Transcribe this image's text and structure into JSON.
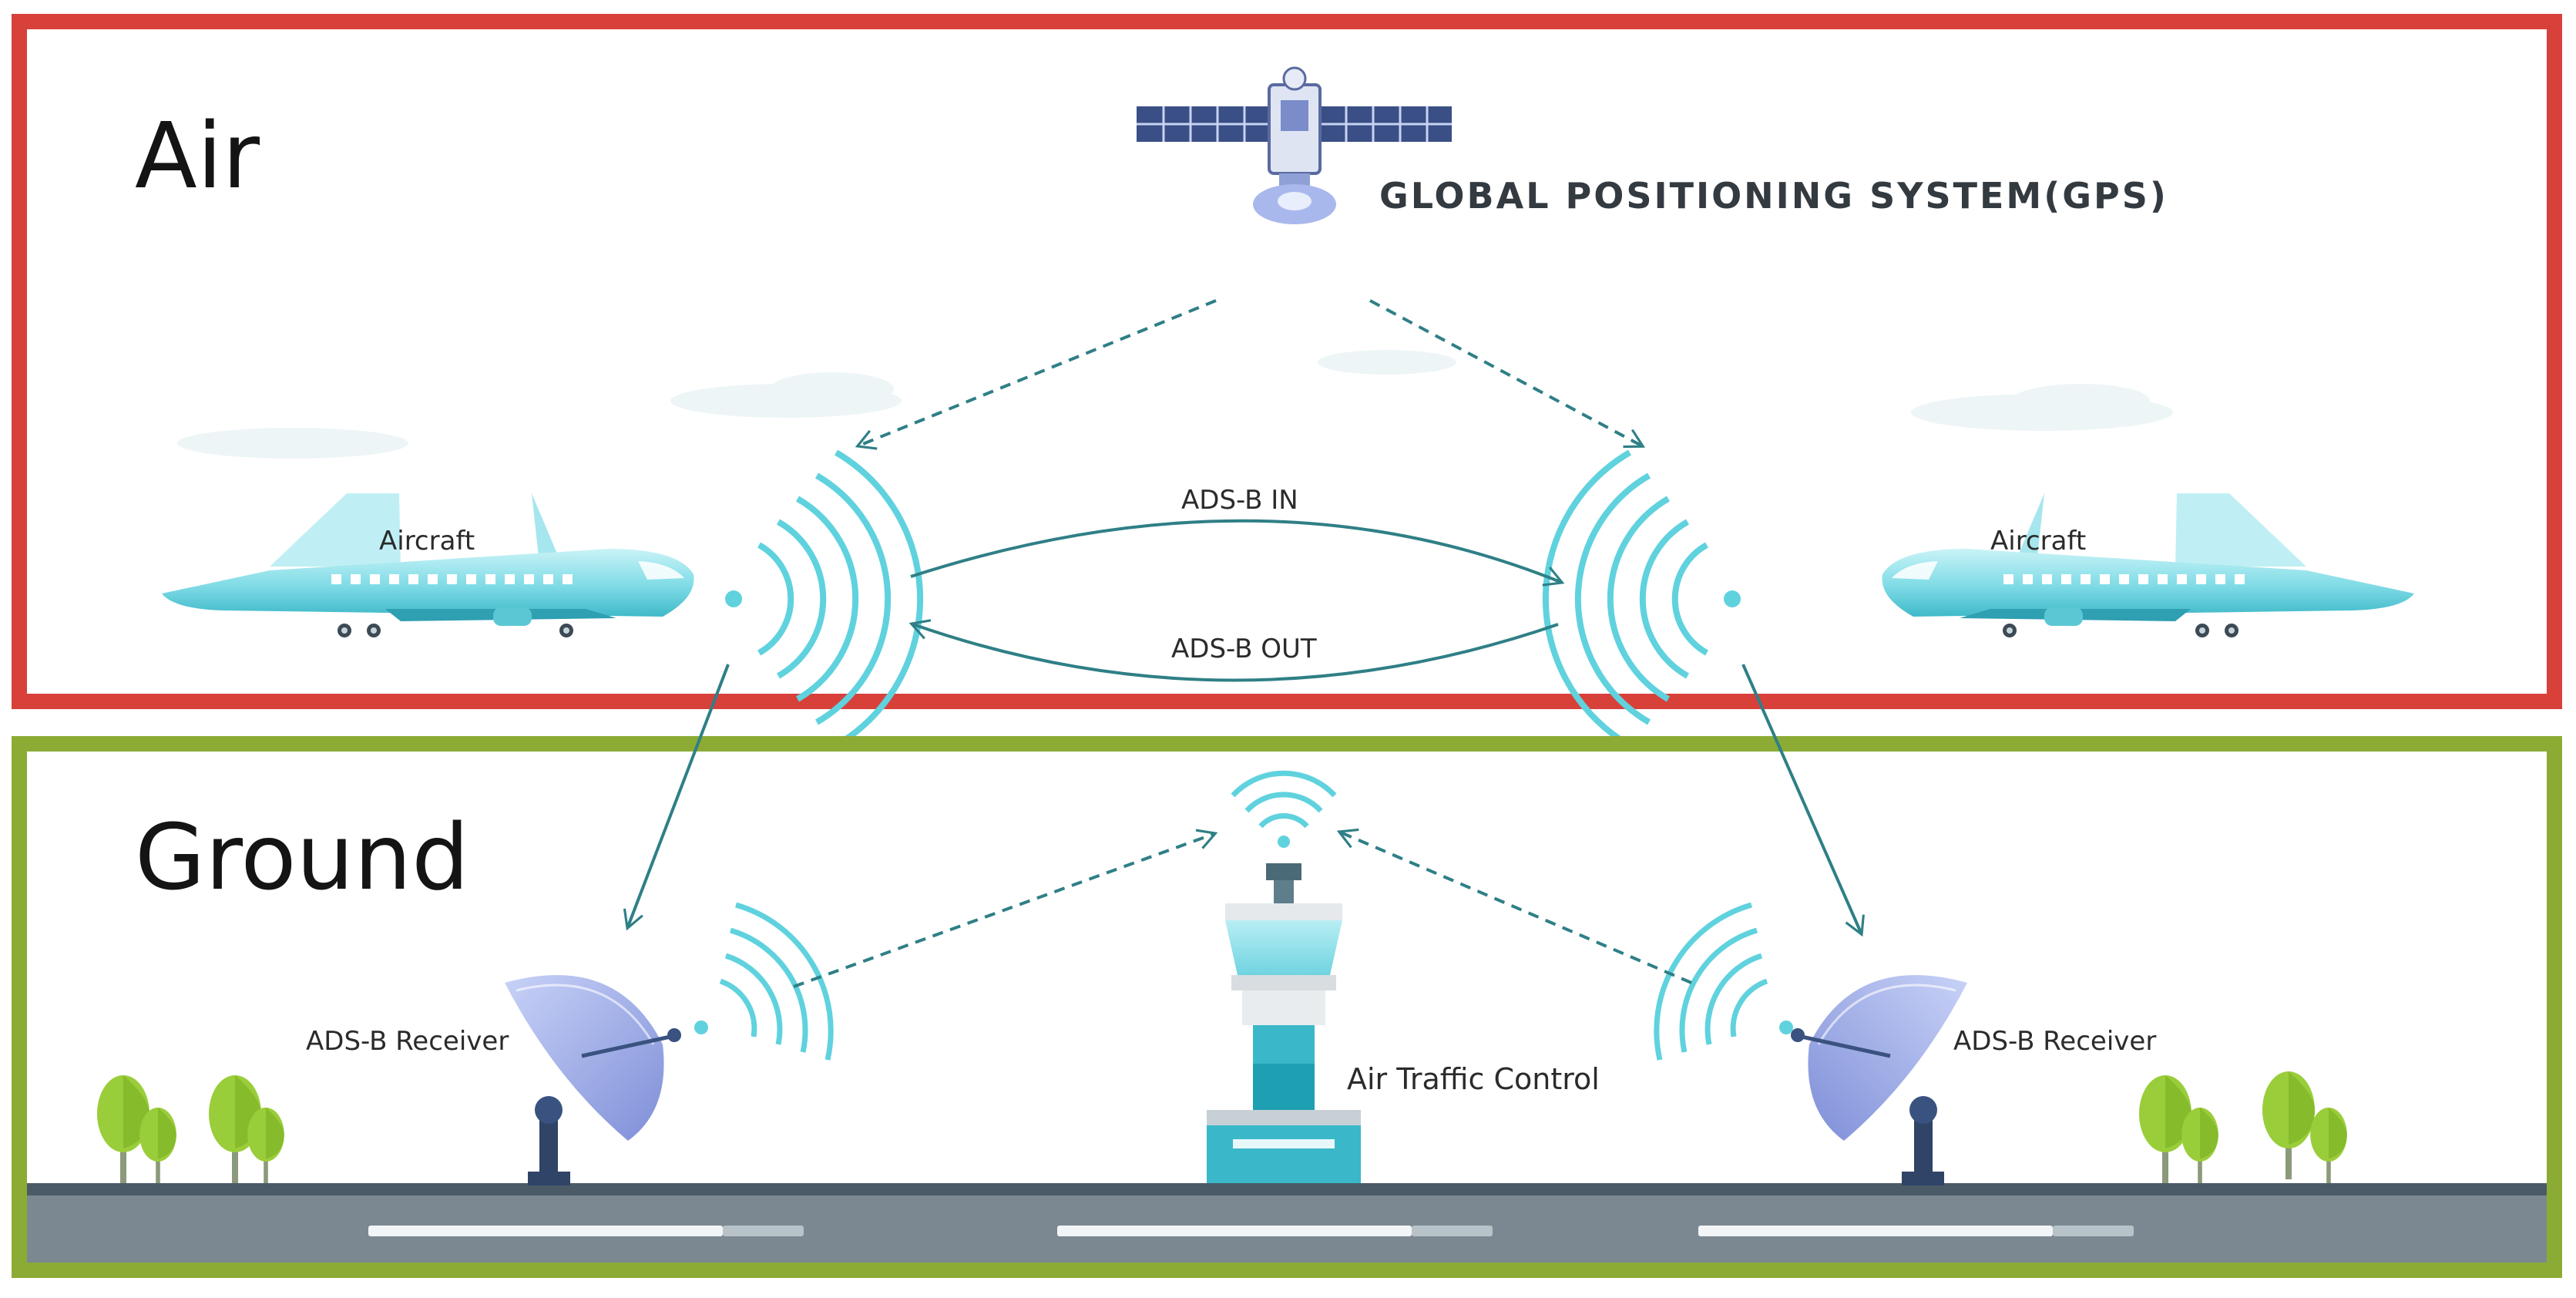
{
  "sections": {
    "air": "Air",
    "ground": "Ground"
  },
  "gps": {
    "label": "GLOBAL POSITIONING SYSTEM(GPS)"
  },
  "aircraft": {
    "left_label": "Aircraft",
    "right_label": "Aircraft"
  },
  "links": {
    "adsb_in": "ADS-B IN",
    "adsb_out": "ADS-B OUT"
  },
  "ground": {
    "receiver_left_label": "ADS-B Receiver",
    "receiver_right_label": "ADS-B Receiver",
    "atc_label": "Air Traffic Control"
  },
  "icons": [
    "satellite-icon",
    "airplane-icon",
    "radio-wave-icon",
    "satellite-dish-icon",
    "control-tower-icon",
    "tree-icon"
  ],
  "colors": {
    "air_border": "#d8403a",
    "ground_border": "#8cab34",
    "arrow": "#2f7f86",
    "wave": "#5fd2de",
    "runway": "#6f7d86"
  }
}
